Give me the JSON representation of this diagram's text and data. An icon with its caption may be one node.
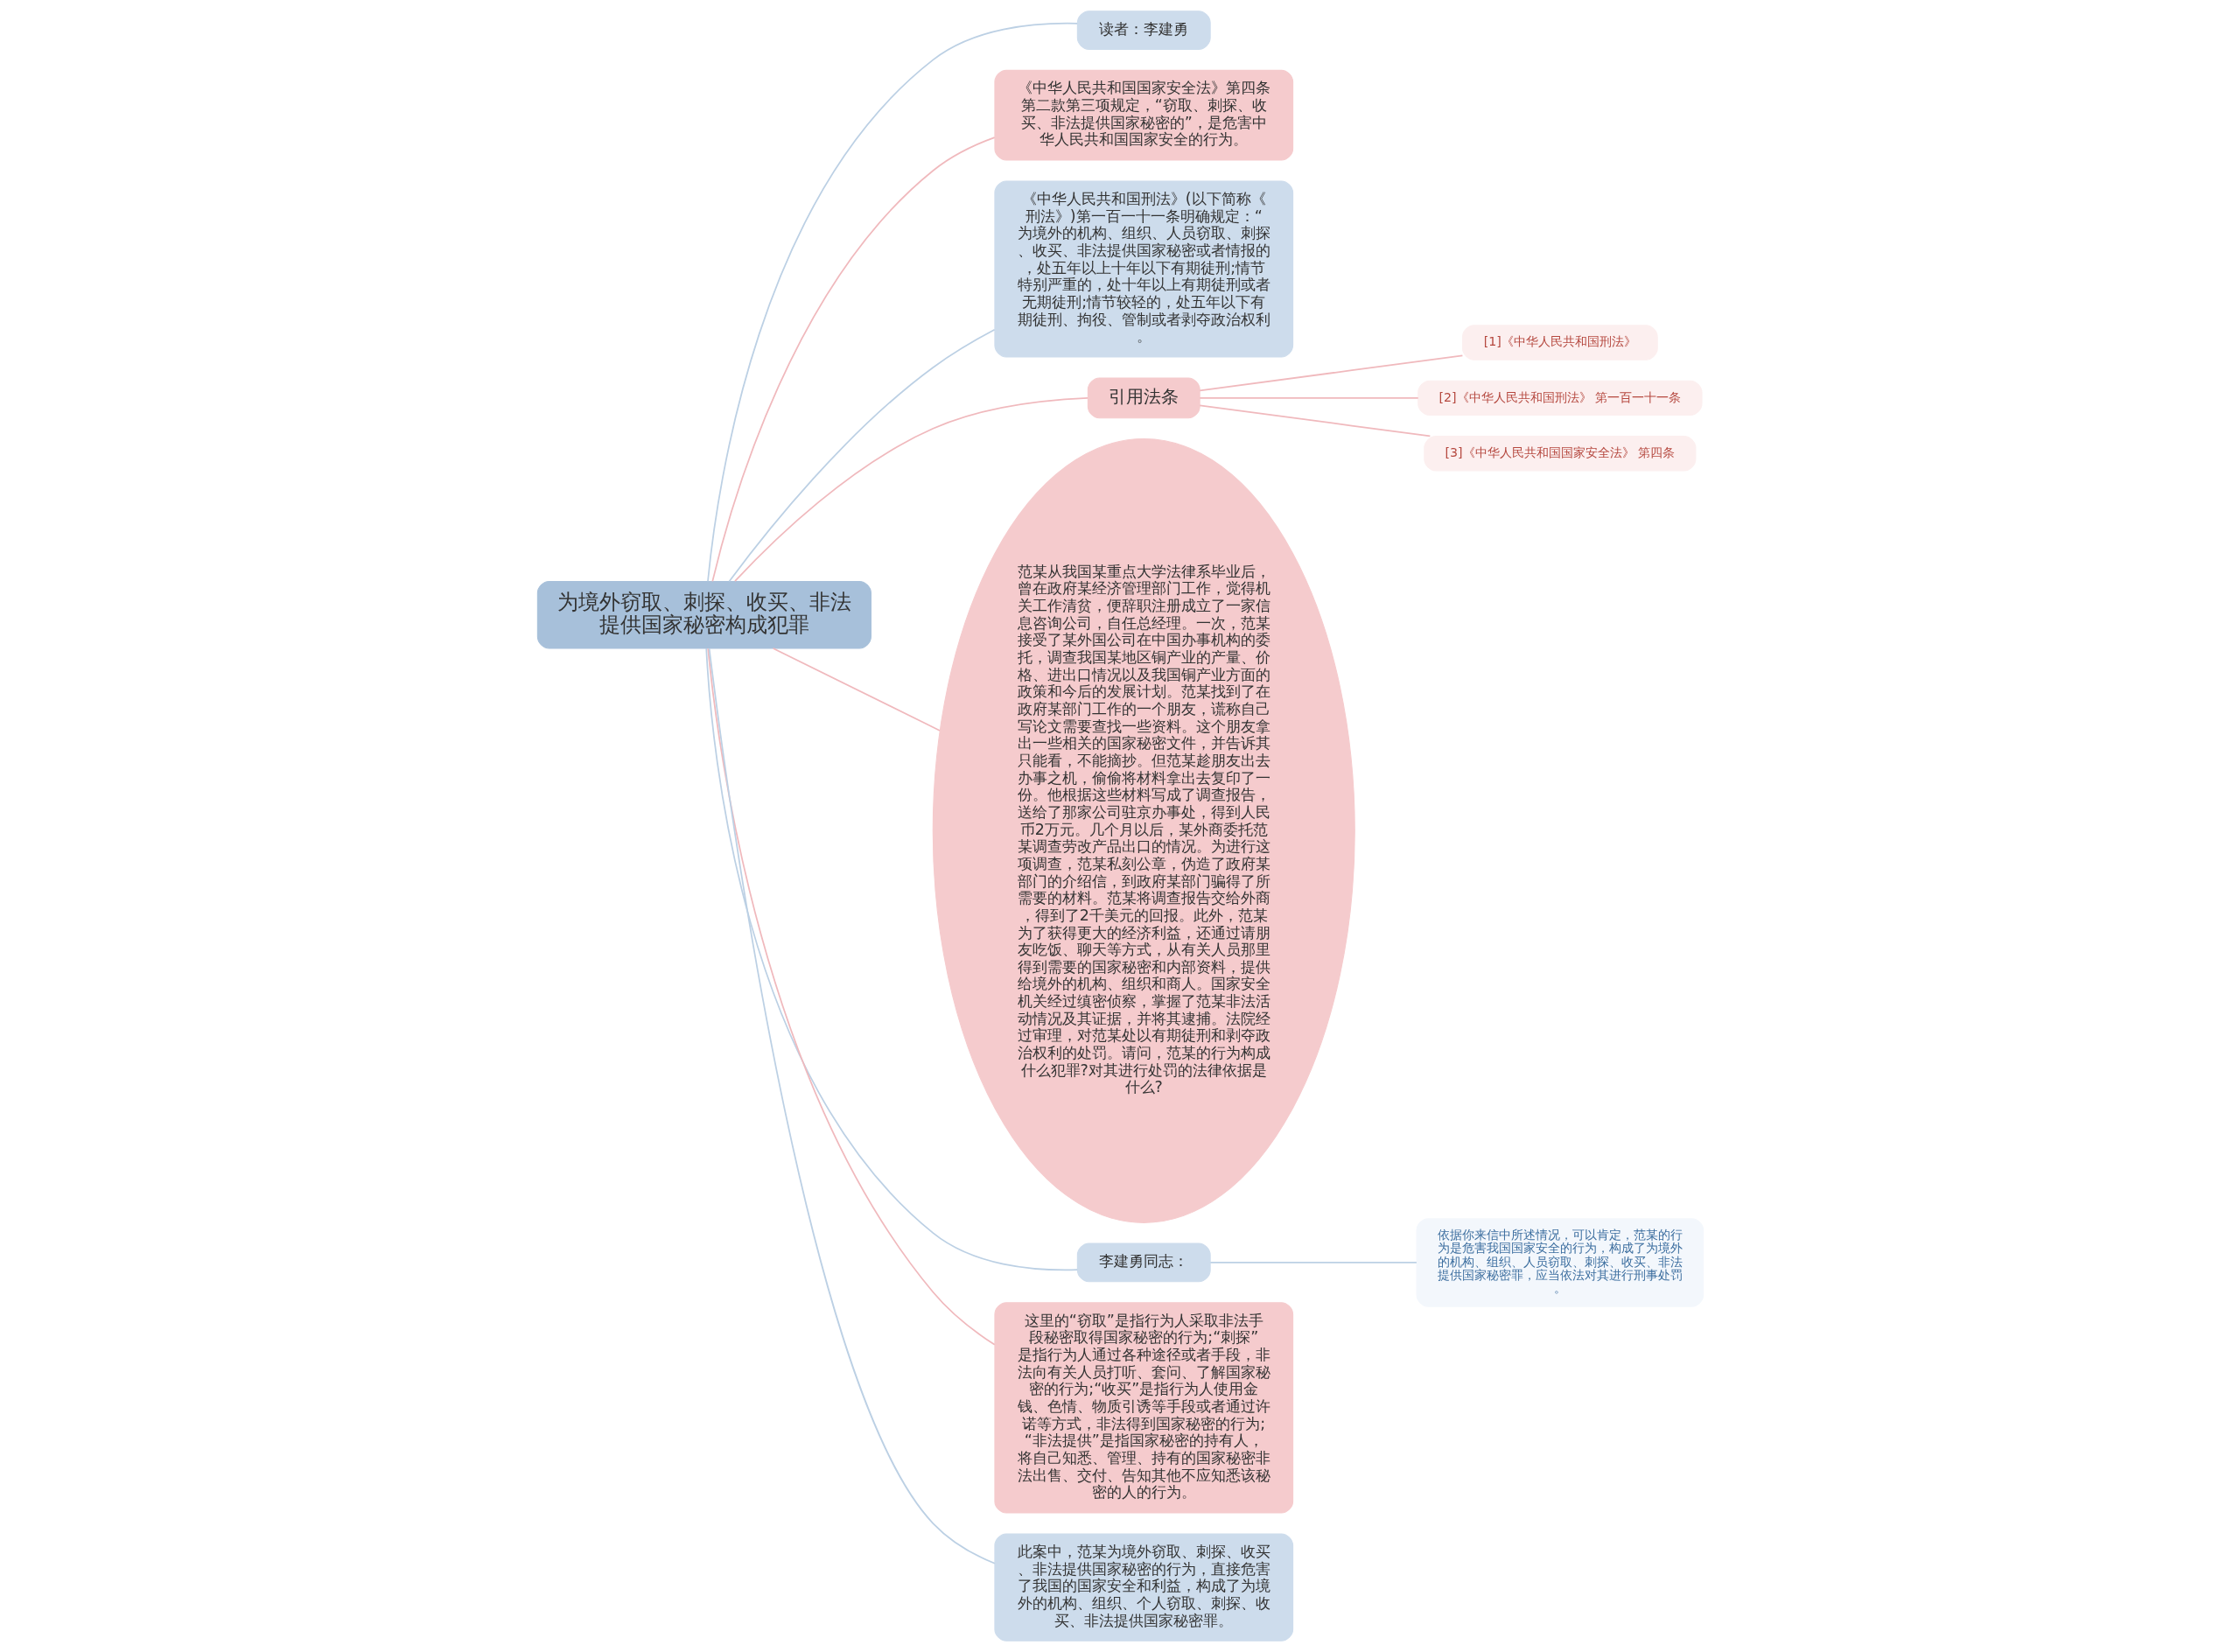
{
  "diagram": {
    "nodes": [
      {
        "text": [
          "为境外窃取、刺探、收买、非法提供国家秘密构成犯罪"
        ]
      },
      {
        "text": [
          "读者：李建勇"
        ]
      },
      {
        "text": [
          "《中华人民共和国国家安全法》第四条第二款第三项规定，“窃取、刺探、收买、非法提供国家秘密的”，是危害中华人民共和国国家安全的行为。"
        ]
      },
      {
        "text": [
          "《中华人民共和国刑法》(以下简称《刑法》)第一百一十一条明确规定：“为境外的机构、组织、人员窃取、刺探、收买、非法提供国家秘密或者情报的，处五年以上十年以下有期徒刑;情节特别严重的，处十年以上有期徒刑或者无期徒刑;情节较轻的，处五年以下有期徒刑、拘役、管制或者剥夺政治权利。"
        ]
      },
      {
        "text": [
          "引用法条"
        ]
      },
      {
        "text": [
          "[1]《中华人民共和国刑法》"
        ]
      },
      {
        "text": [
          "[2]《中华人民共和国刑法》 第一百一十一条"
        ]
      },
      {
        "text": [
          "[3]《中华人民共和国国家安全法》 第四条"
        ]
      },
      {
        "text": [
          "范某从我国某重点大学法律系毕业后，曾在政府某经济管理部门工作，觉得机关工作清贫，便辞职注册成立了一家信息咨询公司，自任总经理。一次，范某接受了某外国公司在中国办事机构的委托，调查我国某地区铜产业的产量、价格、进出口情况以及我国铜产业方面的政策和今后的发展计划。范某找到了在政府某部门工作的一个朋友，谎称自己写论文需要查找一些资料。这个朋友拿出一些相关的国家秘密文件，并告诉其只能看，不能摘抄。但范某趁朋友出去办事之机，偷偷将材料拿出去复印了一份。他根据这些材料写成了调查报告，送给了那家公司驻京办事处，得到人民币2万元。几个月以后，某外商委托范某调查劳改产品出口的情况。为进行这项调查，范某私刻公章，伪造了政府某部门的介绍信，到政府某部门骗得了所需要的材料。范某将调查报告交给外商，得到了2千美元的回报。此外，范某为了获得更大的经济利益，还通过请朋友吃饭、聊天等方式，从有关人员那里得到需要的国家秘密和内部资料，提供给境外的机构、组织和商人。国家安全机关经过缜密侦察，掌握了范某非法活动情况及其证据，并将其逮捕。法院经过审理，对范某处以有期徒刑和剥夺政治权利的处罚。请问，范某的行为构成什么犯罪?对其进行处罚的法律依据是什么?"
        ]
      },
      {
        "text": [
          "李建勇同志："
        ]
      },
      {
        "text": [
          "依据你来信中所述情况，可以肯定，范某的行为是危害我国国家安全的行为，构成了为境外的机构、组织、人员窃取、刺探、收买、非法提供国家秘密罪，应当依法对其进行刑事处罚。"
        ]
      },
      {
        "text": [
          "这里的“窃取”是指行为人采取非法手段秘密取得国家秘密的行为;“刺探”是指行为人通过各种途径或者手段，非法向有关人员打听、套问、了解国家秘密的行为;“收买”是指行为人使用金钱、色情、物质引诱等手段或者通过许诺等方式，非法得到国家秘密的行为;“非法提供”是指国家秘密的持有人，将自己知悉、管理、持有的国家秘密非法出售、交付、告知其他不应知悉该秘密的人的行为。"
        ]
      },
      {
        "text": [
          "此案中，范某为境外窃取、刺探、收买、非法提供国家秘密的行为，直接危害了我国的国家安全和利益，构成了为境外的机构、组织、个人窃取、刺探、收买、非法提供国家秘密罪。"
        ]
      }
    ],
    "edges": [
      {
        "from": 0,
        "to": 1,
        "arrow": "none",
        "color": "#bcd0e4"
      },
      {
        "from": 0,
        "to": 2,
        "arrow": "none"
      },
      {
        "from": 0,
        "to": 3,
        "arrow": "none",
        "color": "#bcd0e4"
      },
      {
        "from": 0,
        "to": 4,
        "arrow": "none"
      },
      {
        "from": 4,
        "to": 5,
        "arrow": "none"
      },
      {
        "from": 4,
        "to": 6,
        "arrow": "none"
      },
      {
        "from": 4,
        "to": 7,
        "arrow": "none"
      },
      {
        "from": 0,
        "to": 8,
        "arrow": "none"
      },
      {
        "from": 0,
        "to": 9,
        "arrow": "none",
        "color": "#bcd0e4"
      },
      {
        "from": 9,
        "to": 10,
        "arrow": "none",
        "color": "#bcd0e4"
      },
      {
        "from": 0,
        "to": 11,
        "arrow": "none"
      },
      {
        "from": 0,
        "to": 12,
        "arrow": "none",
        "color": "#bcd0e4"
      }
    ]
  }
}
